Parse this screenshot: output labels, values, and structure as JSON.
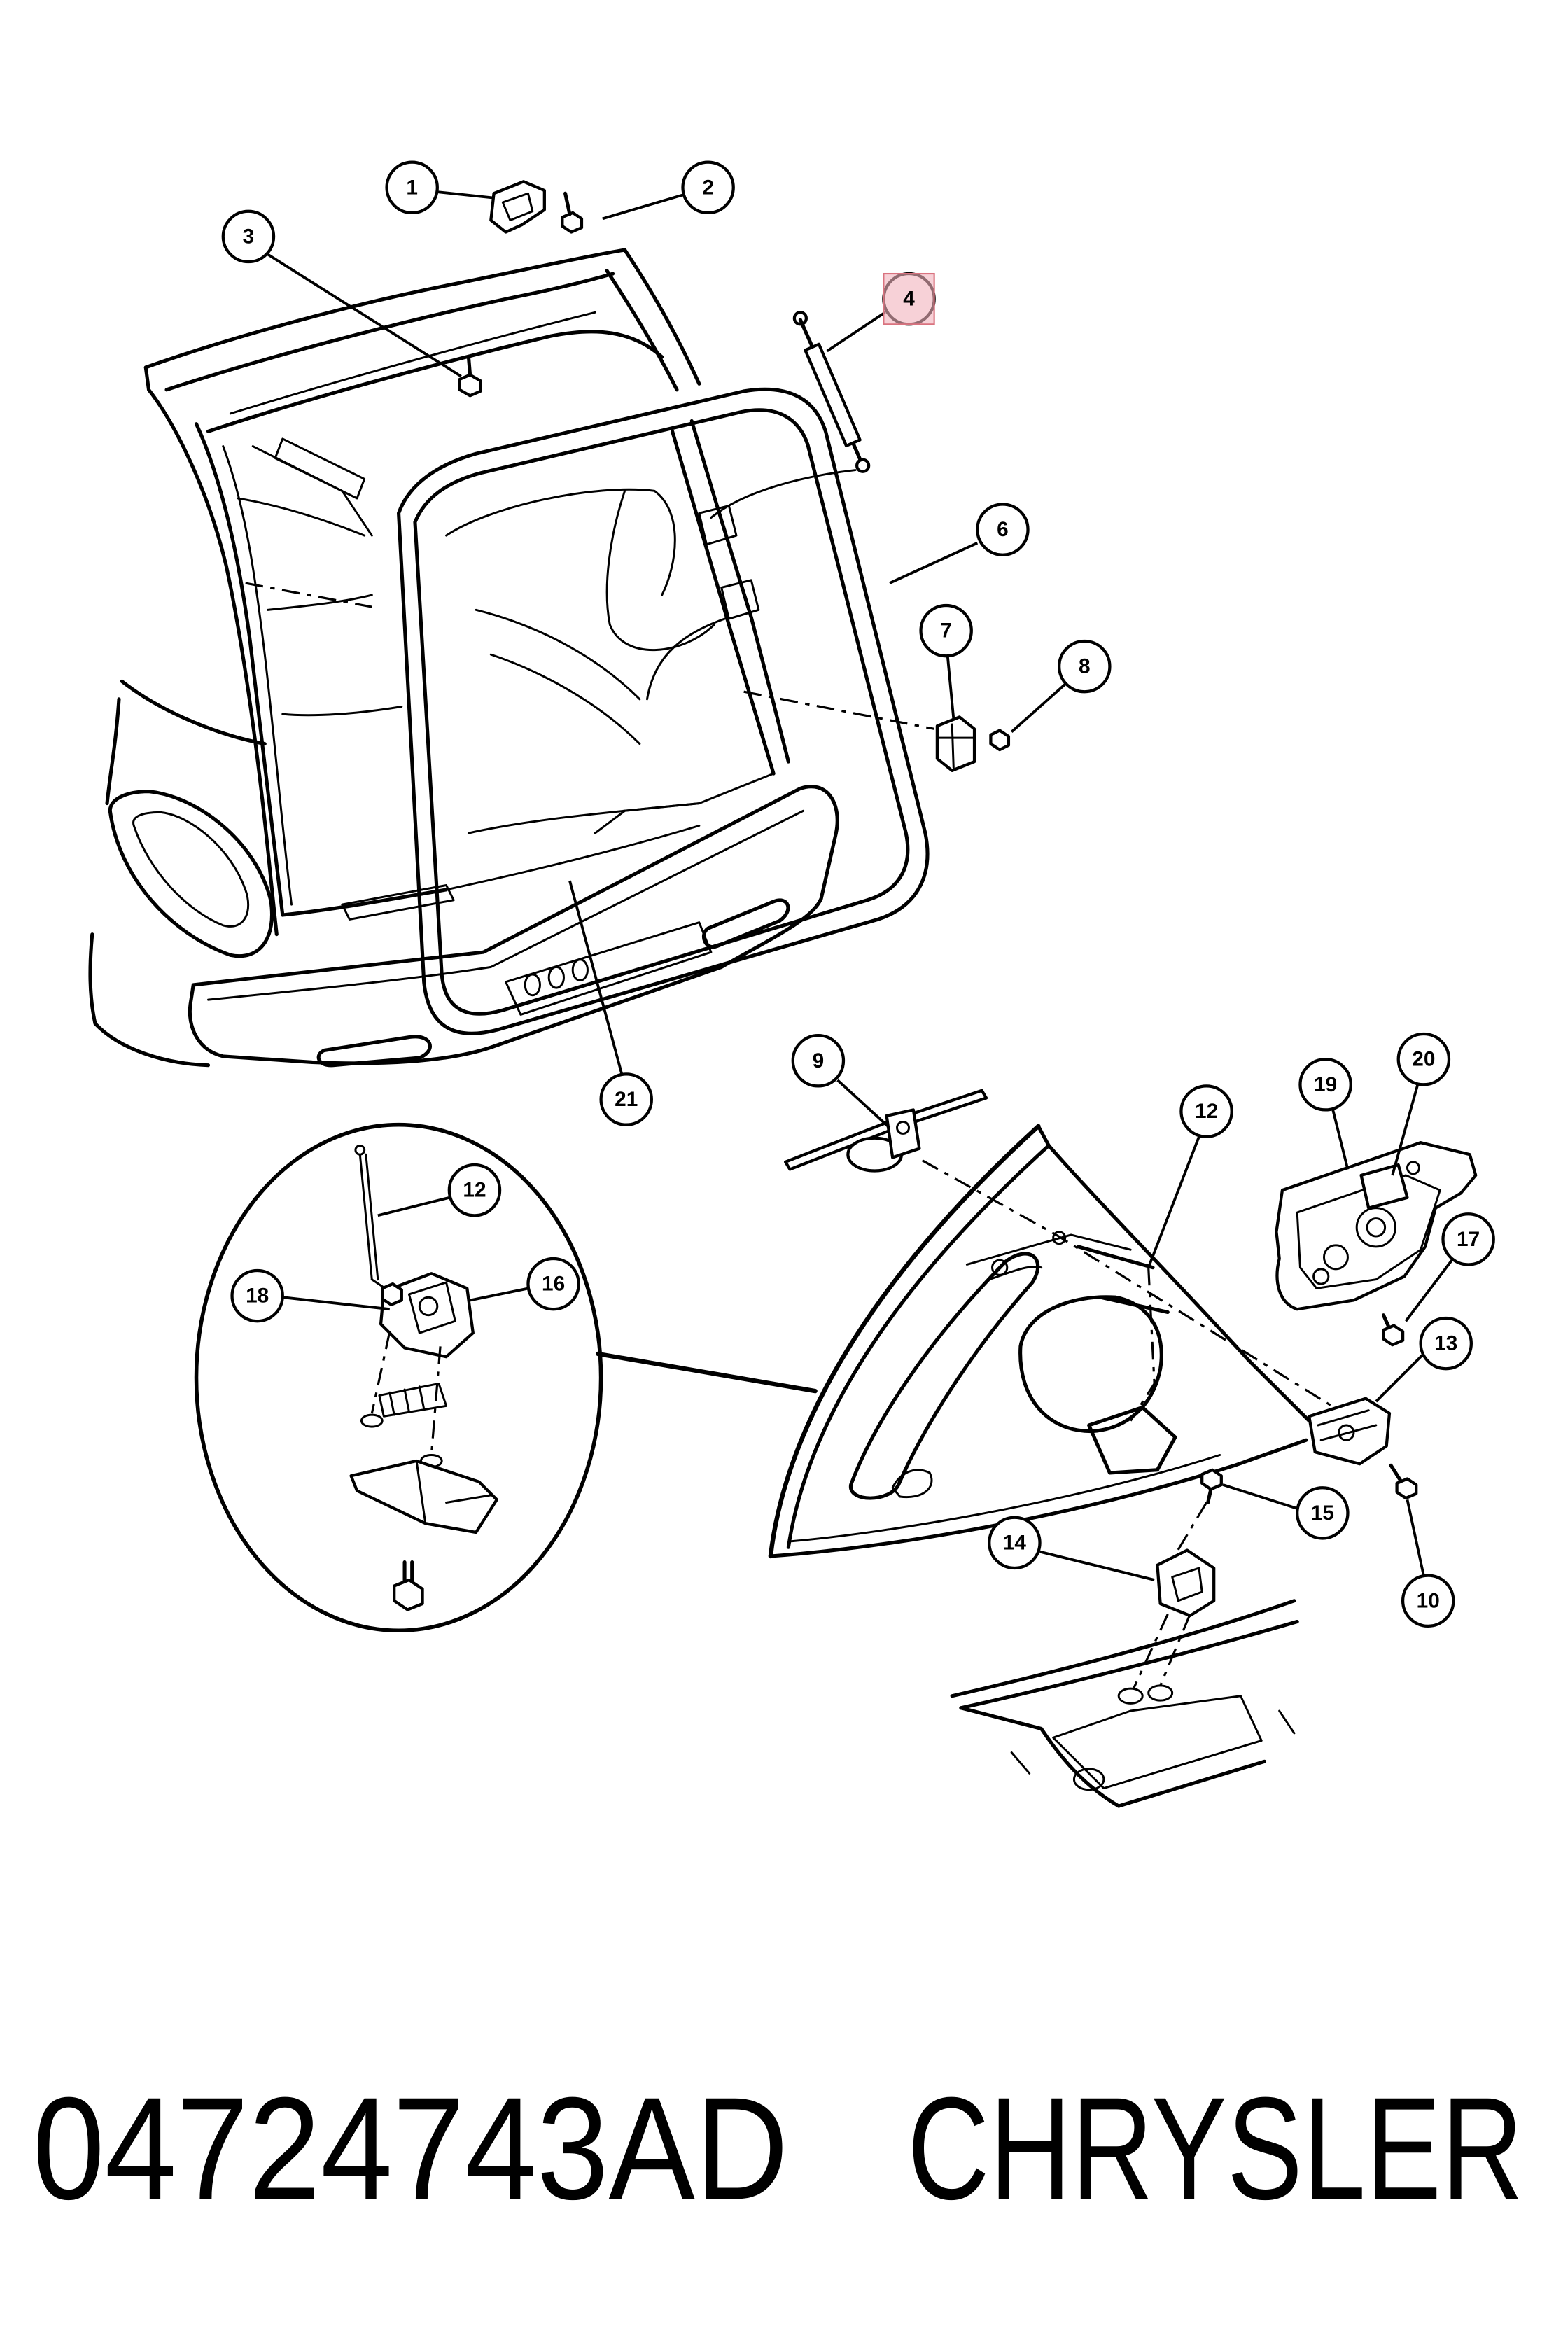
{
  "diagram": {
    "upper_view": {
      "callouts": [
        {
          "label": "1"
        },
        {
          "label": "2"
        },
        {
          "label": "3"
        },
        {
          "label": "4",
          "selected": true
        },
        {
          "label": "6"
        },
        {
          "label": "7"
        },
        {
          "label": "8"
        },
        {
          "label": "21"
        }
      ]
    },
    "lower_view": {
      "callouts": [
        {
          "label": "9"
        },
        {
          "label": "12"
        },
        {
          "label": "19"
        },
        {
          "label": "20"
        },
        {
          "label": "17"
        },
        {
          "label": "13"
        },
        {
          "label": "15"
        },
        {
          "label": "10"
        },
        {
          "label": "14"
        }
      ]
    },
    "detail_inset": {
      "callouts": [
        {
          "label": "12"
        },
        {
          "label": "16"
        },
        {
          "label": "18"
        }
      ]
    },
    "colors": {
      "line": "#000000",
      "background": "#ffffff",
      "selection_fill": "#f2b3bd",
      "selection_border": "#d9737f"
    }
  },
  "caption": {
    "part_number": "04724743AD",
    "brand": "CHRYSLER"
  }
}
